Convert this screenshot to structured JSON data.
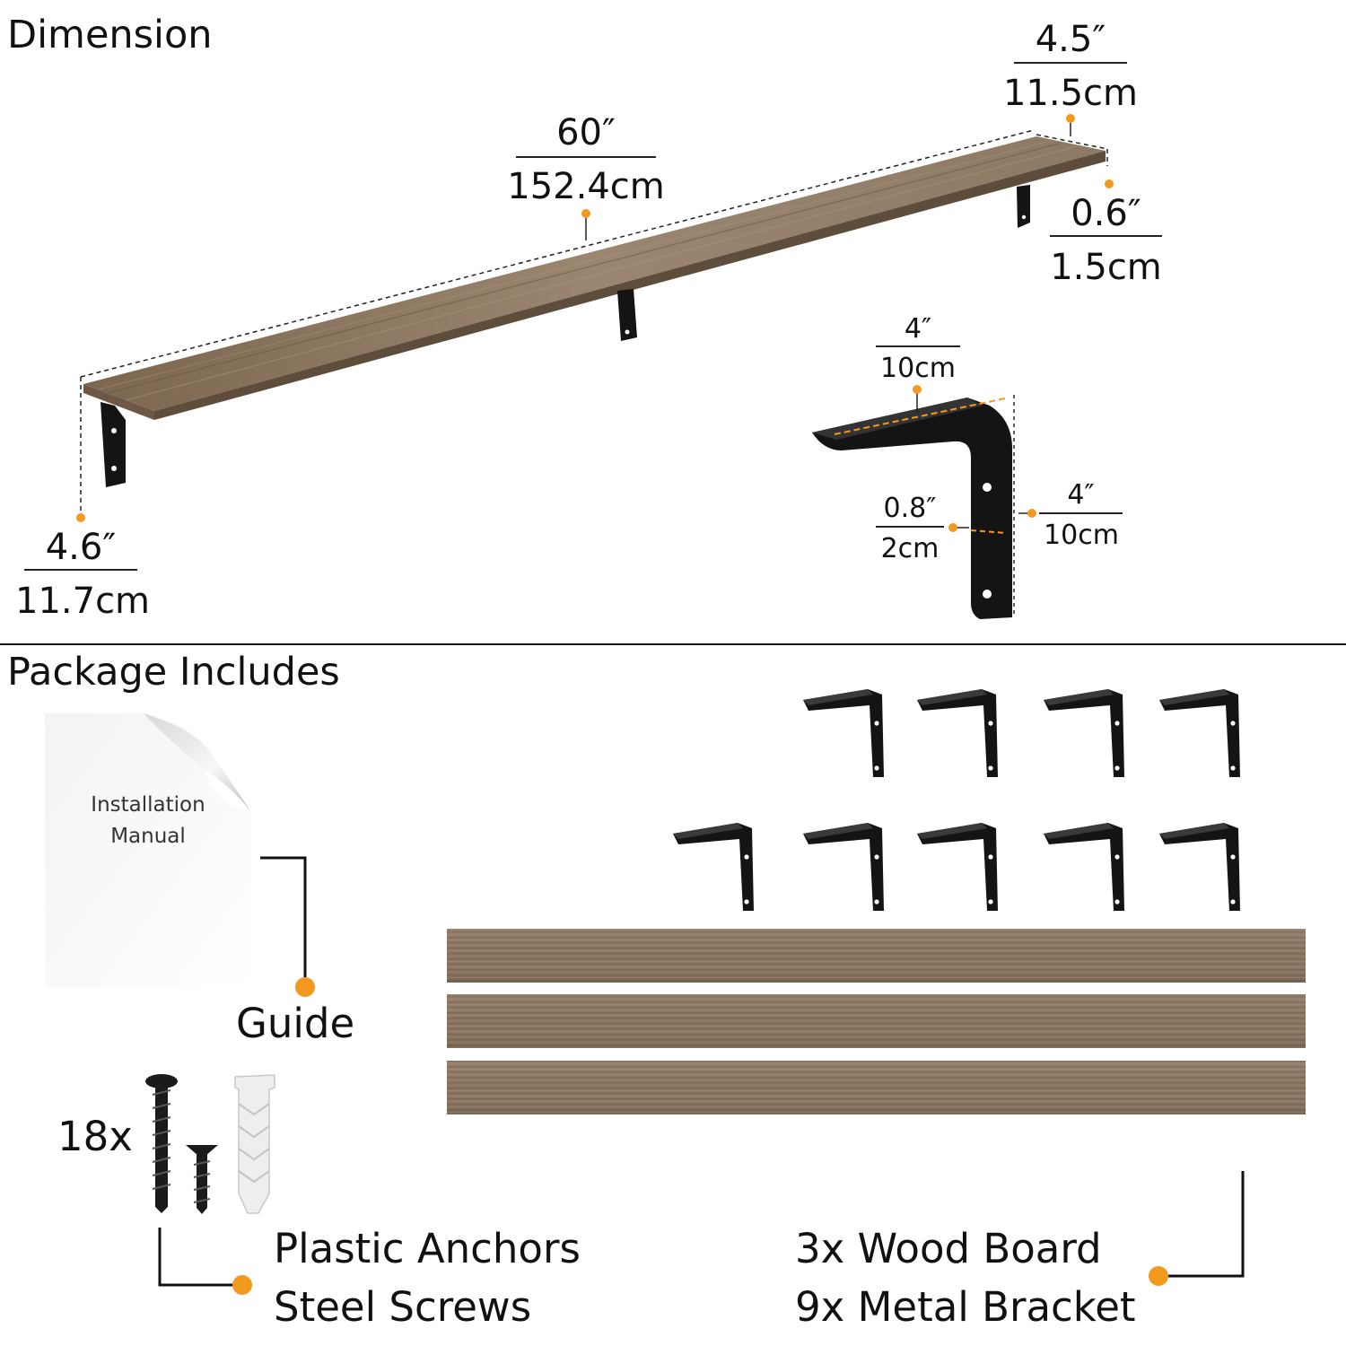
{
  "sections": {
    "dimension_title": "Dimension",
    "package_title": "Package Includes"
  },
  "dimensions": {
    "length_in": "60″",
    "length_cm": "152.4cm",
    "depth_in": "4.5″",
    "depth_cm": "11.5cm",
    "thickness_in": "0.6″",
    "thickness_cm": "1.5cm",
    "height_in": "4.6″",
    "height_cm": "11.7cm",
    "bracket_top_in": "4″",
    "bracket_top_cm": "10cm",
    "bracket_side_in": "4″",
    "bracket_side_cm": "10cm",
    "bracket_width_in": "0.8″",
    "bracket_width_cm": "2cm"
  },
  "package": {
    "manual_line1": "Installation",
    "manual_line2": "Manual",
    "guide_label": "Guide",
    "hardware_count": "18x",
    "hardware_line1": "Plastic Anchors",
    "hardware_line2": "Steel Screws",
    "boards_line1": "3x Wood Board",
    "brackets_line2": "9x Metal Bracket"
  },
  "colors": {
    "accent": "#f39a1e",
    "wood": "#8a7560",
    "bracket": "#1a1a1a"
  }
}
